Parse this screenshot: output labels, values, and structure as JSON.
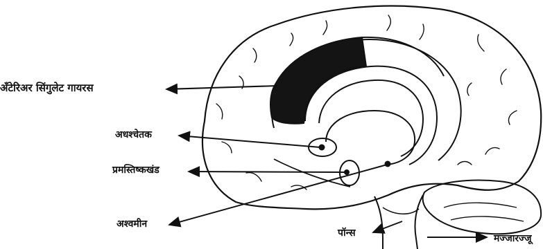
{
  "labels": {
    "anterior_cingulate_gyrus": "अँटेरिअर सिंगुलेट गायरस",
    "hypothalamus": "अधश्चेतक",
    "thalamus": "प्रमस्तिष्कखंड",
    "amygdala": "अश्वमीन",
    "pons": "पॉन्स",
    "cerebellum": "मज्जारज्जू"
  },
  "colors": {
    "ink": "#111111",
    "highlight_fill": "#141414",
    "background": "#ffffff"
  }
}
